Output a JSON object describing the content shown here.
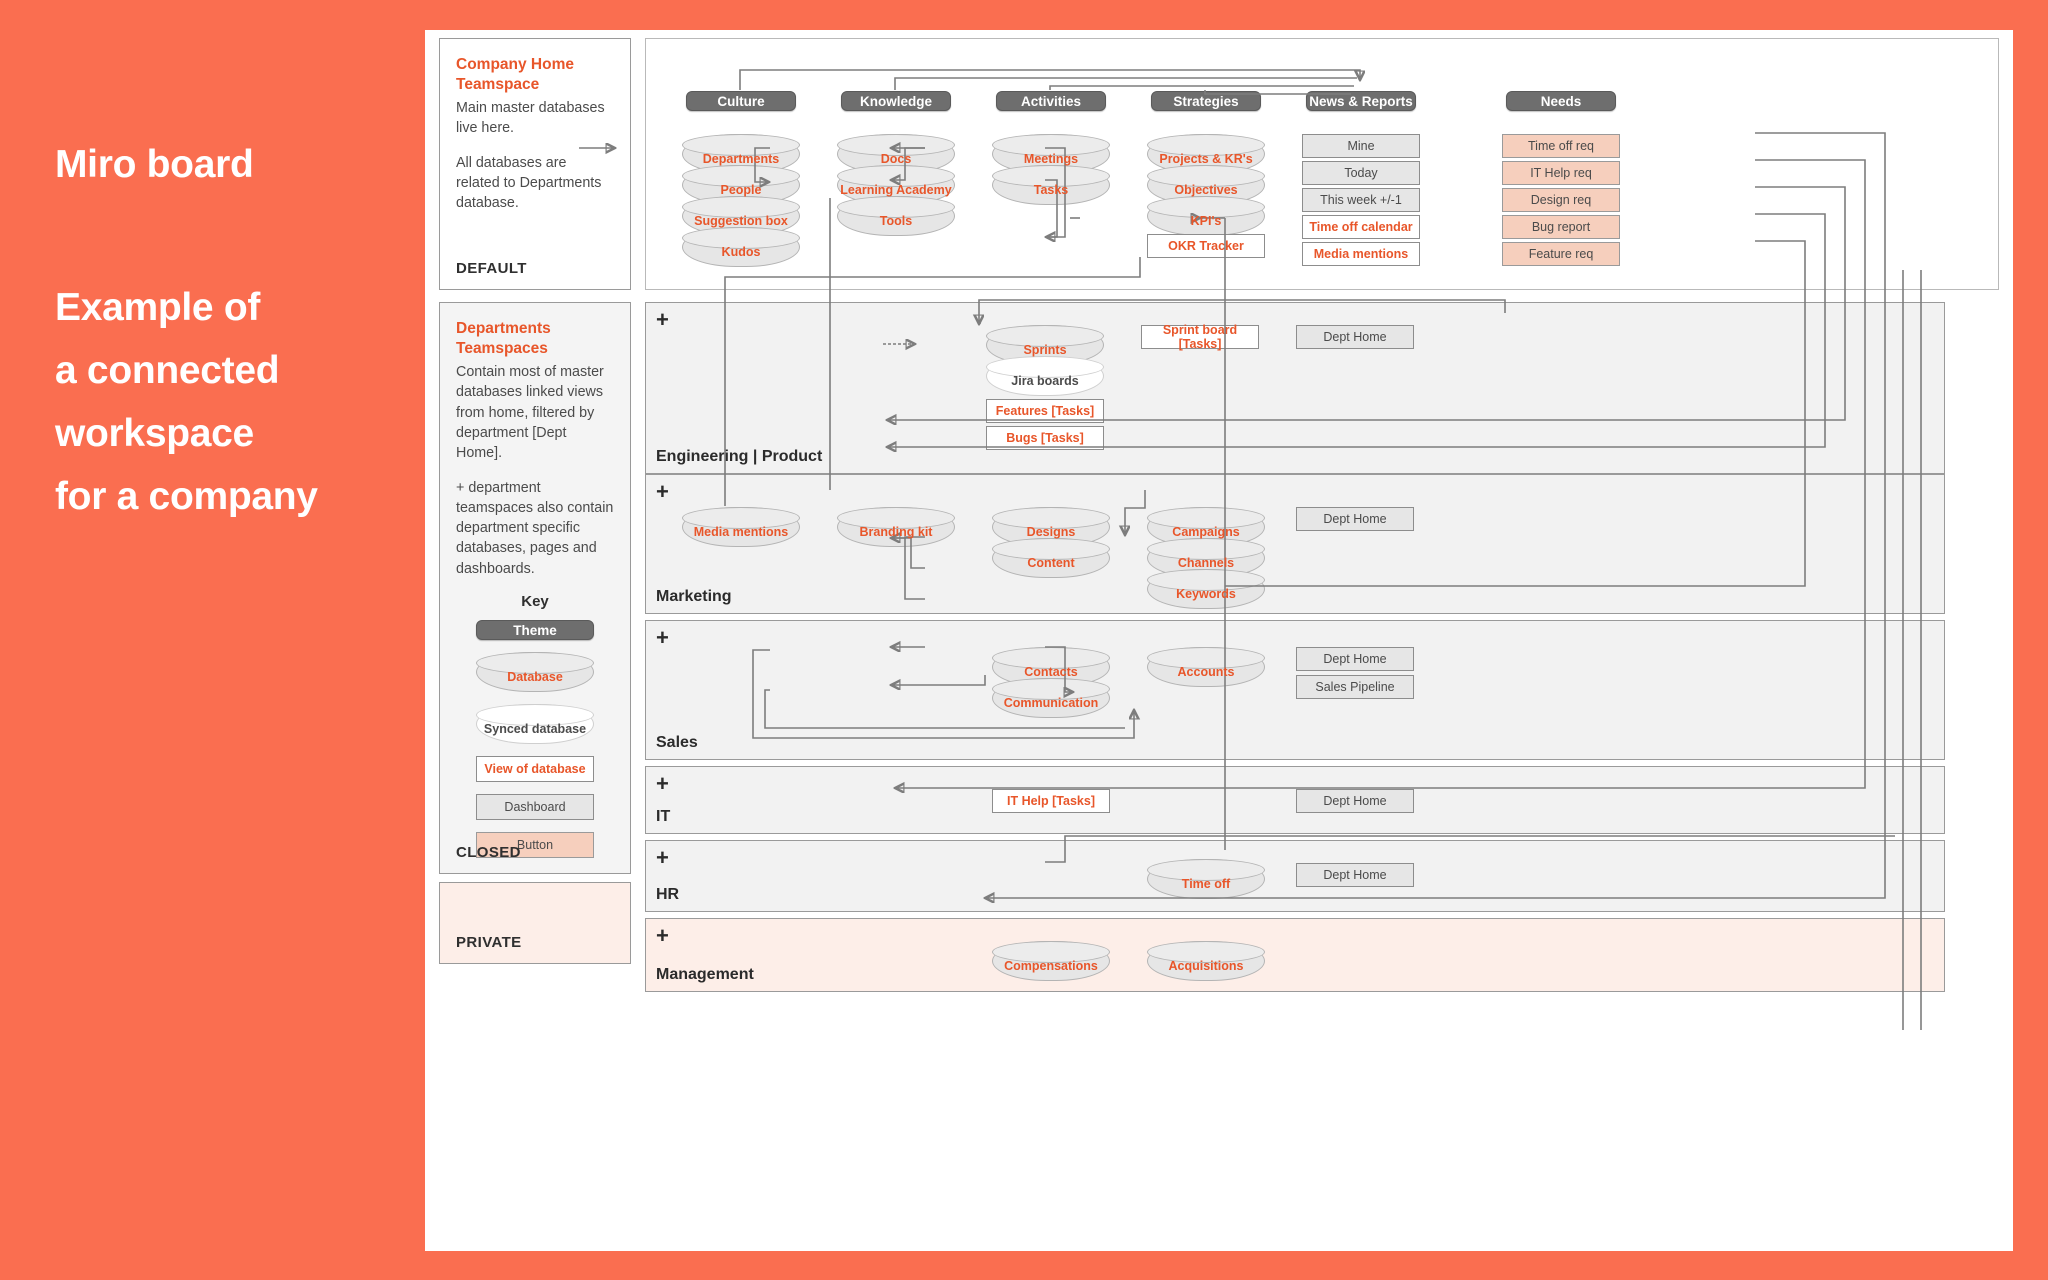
{
  "promo": {
    "title": "Miro board",
    "subtitle_lines": [
      "Example of",
      "a connected",
      "workspace",
      "for a company"
    ],
    "accent_color": "#FA6E50"
  },
  "sidebar": {
    "cards": [
      {
        "title": "Company Home Teamspace",
        "paragraphs": [
          "Main master databases live here.",
          "All databases are related to Departments database."
        ],
        "status": "DEFAULT"
      },
      {
        "title": "Departments Teamspaces",
        "paragraphs": [
          "Contain most of master databases linked views from home, filtered by department [Dept Home].",
          "+ department teamspaces also contain department specific databases, pages and dashboards."
        ],
        "status": "CLOSED",
        "key": {
          "heading": "Key",
          "items": [
            {
              "label": "Theme",
              "shape": "theme"
            },
            {
              "label": "Database",
              "shape": "database"
            },
            {
              "label": "Synced database",
              "shape": "synced-database"
            },
            {
              "label": "View of database",
              "shape": "view-of-database"
            },
            {
              "label": "Dashboard",
              "shape": "dashboard"
            },
            {
              "label": "Button",
              "shape": "button"
            }
          ]
        }
      },
      {
        "title": "",
        "paragraphs": [],
        "status": "PRIVATE"
      }
    ]
  },
  "home_board": {
    "themes": [
      "Culture",
      "Knowledge",
      "Activities",
      "Strategies",
      "News & Reports",
      "Needs"
    ],
    "columns": [
      {
        "theme": "Culture",
        "nodes": [
          {
            "label": "Departments",
            "type": "database"
          },
          {
            "label": "People",
            "type": "database"
          },
          {
            "label": "Suggestion box",
            "type": "database"
          },
          {
            "label": "Kudos",
            "type": "database"
          }
        ]
      },
      {
        "theme": "Knowledge",
        "nodes": [
          {
            "label": "Docs",
            "type": "database"
          },
          {
            "label": "Learning Academy",
            "type": "database"
          },
          {
            "label": "Tools",
            "type": "database"
          }
        ]
      },
      {
        "theme": "Activities",
        "nodes": [
          {
            "label": "Meetings",
            "type": "database"
          },
          {
            "label": "Tasks",
            "type": "database"
          }
        ]
      },
      {
        "theme": "Strategies",
        "nodes": [
          {
            "label": "Projects & KR's",
            "type": "database"
          },
          {
            "label": "Objectives",
            "type": "database"
          },
          {
            "label": "KPI's",
            "type": "database"
          },
          {
            "label": "OKR Tracker",
            "type": "view-of-database"
          }
        ]
      },
      {
        "theme": "News & Reports",
        "nodes": [
          {
            "label": "Mine",
            "type": "dashboard"
          },
          {
            "label": "Today",
            "type": "dashboard"
          },
          {
            "label": "This week +/-1",
            "type": "dashboard"
          },
          {
            "label": "Time off calendar",
            "type": "view-of-database"
          },
          {
            "label": "Media mentions",
            "type": "view-of-database"
          }
        ]
      },
      {
        "theme": "Needs",
        "nodes": [
          {
            "label": "Time off req",
            "type": "button"
          },
          {
            "label": "IT Help req",
            "type": "button"
          },
          {
            "label": "Design req",
            "type": "button"
          },
          {
            "label": "Bug report",
            "type": "button"
          },
          {
            "label": "Feature req",
            "type": "button"
          }
        ]
      }
    ]
  },
  "departments": [
    {
      "name": "Engineering | Product",
      "expand": "+",
      "nodes": [
        {
          "label": "Sprints",
          "type": "database"
        },
        {
          "label": "Jira boards",
          "type": "synced-database"
        },
        {
          "label": "Features [Tasks]",
          "type": "view-of-database"
        },
        {
          "label": "Bugs [Tasks]",
          "type": "view-of-database"
        },
        {
          "label": "Sprint board [Tasks]",
          "type": "view-of-database"
        },
        {
          "label": "Dept Home",
          "type": "dashboard"
        }
      ]
    },
    {
      "name": "Marketing",
      "expand": "+",
      "nodes": [
        {
          "label": "Media mentions",
          "type": "database"
        },
        {
          "label": "Branding kit",
          "type": "database"
        },
        {
          "label": "Designs",
          "type": "database"
        },
        {
          "label": "Content",
          "type": "database"
        },
        {
          "label": "Campaigns",
          "type": "database"
        },
        {
          "label": "Channels",
          "type": "database"
        },
        {
          "label": "Keywords",
          "type": "database"
        },
        {
          "label": "Dept Home",
          "type": "dashboard"
        }
      ]
    },
    {
      "name": "Sales",
      "expand": "+",
      "nodes": [
        {
          "label": "Contacts",
          "type": "database"
        },
        {
          "label": "Communication",
          "type": "database"
        },
        {
          "label": "Accounts",
          "type": "database"
        },
        {
          "label": "Dept Home",
          "type": "dashboard"
        },
        {
          "label": "Sales Pipeline",
          "type": "dashboard"
        }
      ]
    },
    {
      "name": "IT",
      "expand": "+",
      "nodes": [
        {
          "label": "IT Help [Tasks]",
          "type": "view-of-database"
        },
        {
          "label": "Dept Home",
          "type": "dashboard"
        }
      ]
    },
    {
      "name": "HR",
      "expand": "+",
      "nodes": [
        {
          "label": "Time off",
          "type": "database"
        },
        {
          "label": "Dept Home",
          "type": "dashboard"
        }
      ]
    },
    {
      "name": "Management",
      "expand": "+",
      "nodes": [
        {
          "label": "Compensations",
          "type": "database"
        },
        {
          "label": "Acquisitions",
          "type": "database"
        }
      ]
    }
  ]
}
